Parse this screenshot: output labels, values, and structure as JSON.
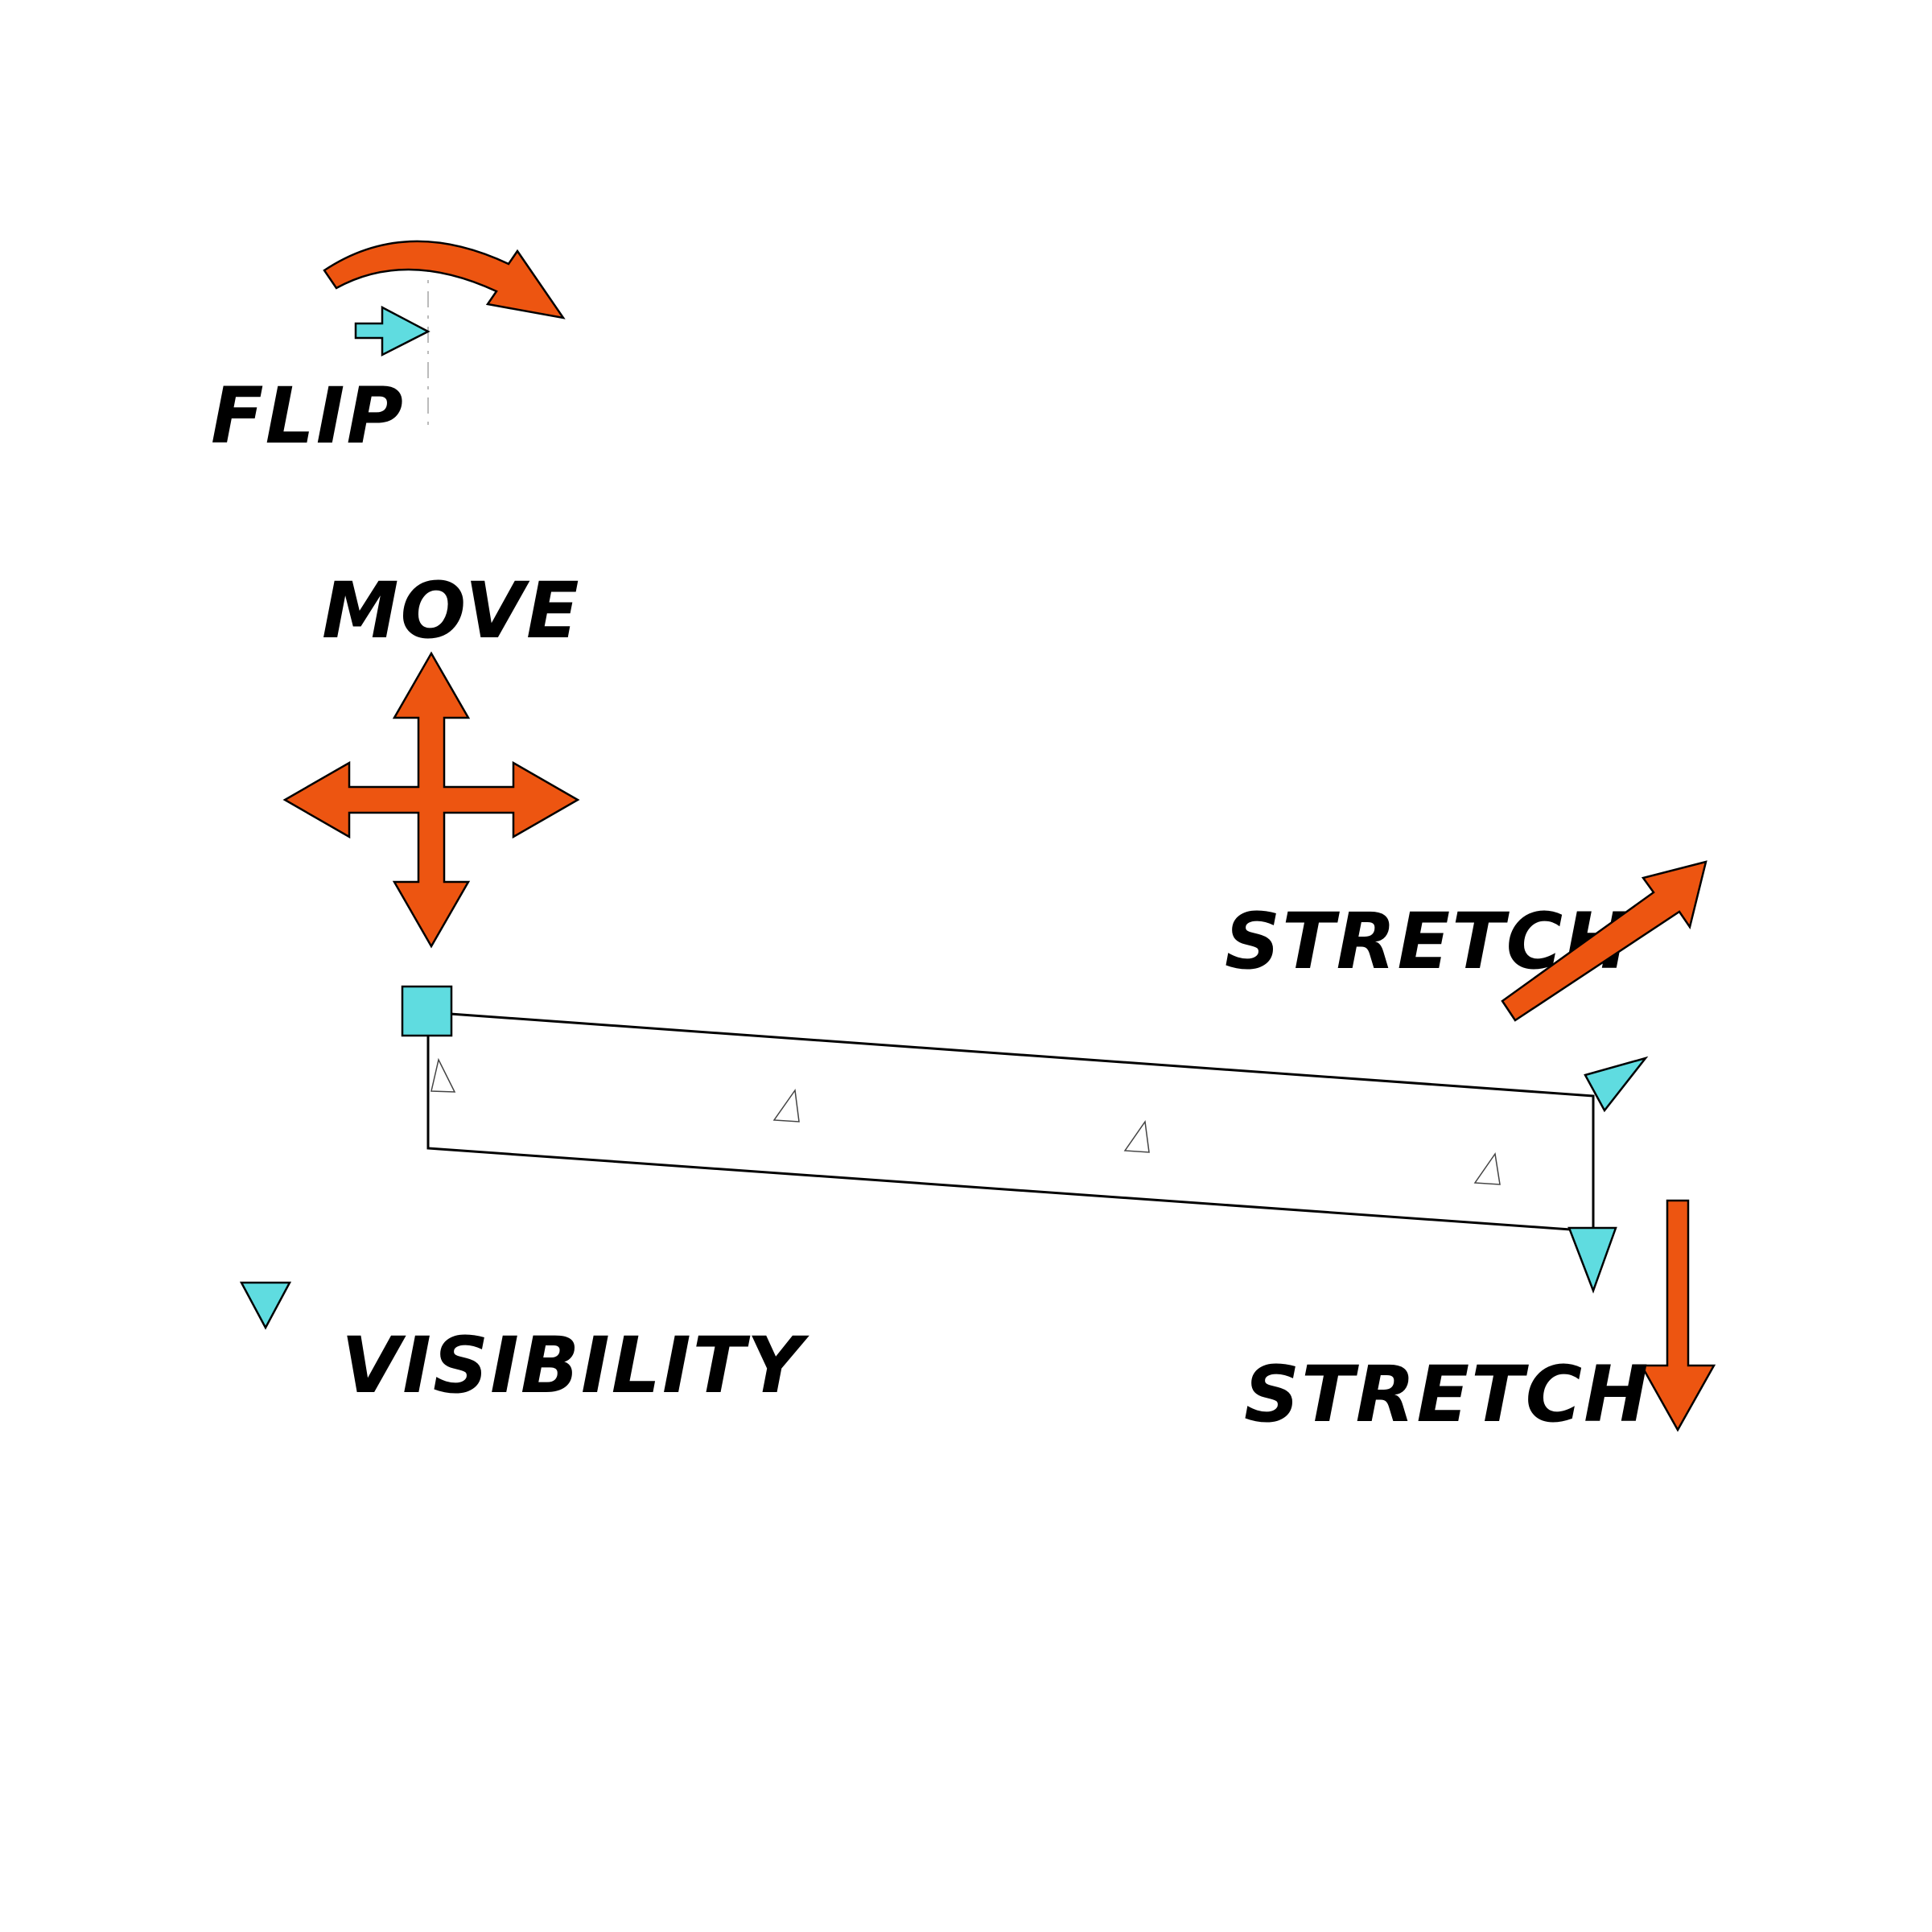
{
  "labels": {
    "flip": "FLIP",
    "move": "MOVE",
    "stretch_top": "STRETCH",
    "stretch_bottom": "STRETCH",
    "visibility": "VISIBILITY"
  },
  "colors": {
    "action_arrow": "#ED5511",
    "grip": "#5FDCE0",
    "outline": "#000000"
  },
  "icons": {
    "flip_arrow": "curved-arrow-icon",
    "flip_grip": "flip-grip-icon",
    "move_arrow": "four-way-arrow-icon",
    "move_grip": "square-grip-icon",
    "stretch_diagonal_arrow": "diagonal-arrow-icon",
    "stretch_down_arrow": "down-arrow-icon",
    "stretch_grips": "triangle-grip-icon",
    "visibility_grip": "visibility-triangle-icon"
  }
}
